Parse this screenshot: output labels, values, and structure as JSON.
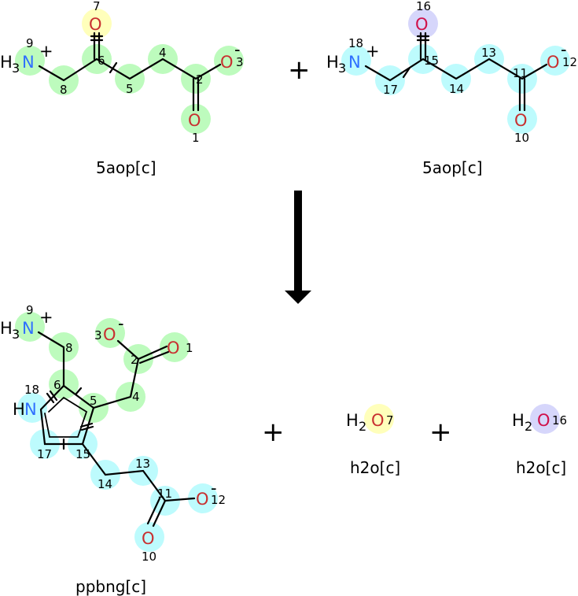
{
  "reactants": [
    {
      "name": "5aop[c]",
      "labels": {
        "H": "H",
        "sub3": "3",
        "N": "N",
        "charge_pos": "+",
        "charge_neg": "-",
        "O_top": "O",
        "O_right": "O",
        "O_bottom": "O"
      },
      "atoms": {
        "n": "9",
        "c8": "8",
        "c6": "6",
        "o7": "7",
        "c5": "5",
        "c4": "4",
        "c2": "2",
        "o3": "3",
        "o1": "1"
      }
    },
    {
      "name": "5aop[c]",
      "labels": {
        "H": "H",
        "sub3": "3",
        "N": "N",
        "charge_pos": "+",
        "charge_neg": "-",
        "O_top": "O",
        "O_right": "O",
        "O_bottom": "O"
      },
      "atoms": {
        "n": "18",
        "c8": "17",
        "c6": "15",
        "o7": "16",
        "c5": "14",
        "c4": "13",
        "c2": "11",
        "o3": "12",
        "o1": "10"
      }
    }
  ],
  "products": [
    {
      "name": "ppbng[c]",
      "labels": {
        "H": "H",
        "sub3": "3",
        "N": "N",
        "HN": "H",
        "N2": "N",
        "charge_pos": "+",
        "charge_neg": "-",
        "O": "O"
      },
      "atoms": {
        "n9": "9",
        "c8": "8",
        "c6": "6",
        "n18": "18",
        "c5": "5",
        "c4": "4",
        "c2": "2",
        "o3": "3",
        "o1": "1",
        "c17": "17",
        "c15": "15",
        "c14": "14",
        "c13": "13",
        "c11": "11",
        "o12": "12",
        "o10": "10"
      }
    },
    {
      "name": "h2o[c]",
      "formula_h": "H",
      "sub": "2",
      "o": "O",
      "atom": "7"
    },
    {
      "name": "h2o[c]",
      "formula_h": "H",
      "sub": "2",
      "o": "O",
      "atom": "16"
    }
  ],
  "operators": {
    "plus": "+"
  },
  "colors": {
    "green": "#bdfbbd",
    "cyan": "#bdfbfd",
    "yellow": "#ffffbb",
    "lavender": "#d6d6fb",
    "nitrogen": "#2f6fff",
    "oxygen": "#c83030"
  }
}
